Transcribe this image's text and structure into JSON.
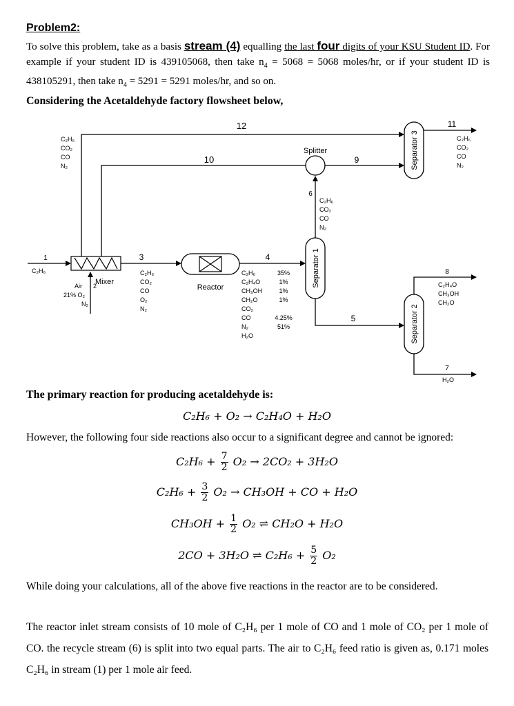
{
  "problem": {
    "title": "Problem2:",
    "intro_a": "To solve this problem, take as a basis ",
    "intro_stream": "stream (4)",
    "intro_b": " equalling ",
    "intro_c": "the last ",
    "intro_four": "four",
    "intro_d": " digits of your KSU Student ID",
    "intro_e": ". For example if your student ID is 439105068, then take n",
    "intro_f": " = 5068 = 5068 moles/hr, or if your student ID is 438105291, then take n",
    "intro_g": " = 5291 = 5291 moles/hr, and so on.",
    "sub4": "4",
    "considering": "Considering the Acetaldehyde factory flowsheet below,"
  },
  "flowsheet": {
    "stream_numbers": {
      "s1": "1",
      "s2": "2",
      "s3": "3",
      "s4": "4",
      "s5": "5",
      "s6": "6",
      "s7": "7",
      "s8": "8",
      "s9": "9",
      "s10": "10",
      "s11": "11",
      "s12": "12"
    },
    "units": {
      "mixer": "Mixer",
      "reactor": "Reactor",
      "splitter": "Splitter",
      "separator1": "Separator 1",
      "separator2": "Separator 2",
      "separator3": "Separator 3"
    },
    "recycle_components": [
      "C₂H₆",
      "CO₂",
      "CO",
      "N₂"
    ],
    "feed_component": "C₂H₆",
    "air": {
      "label": "Air",
      "o2": "21% O₂",
      "n2": "N₂"
    },
    "stream3_components": [
      "C₂H₆",
      "CO₂",
      "CO",
      "O₂",
      "N₂"
    ],
    "stream4_components": [
      "C₂H₆",
      "C₂H₄O",
      "CH₃OH",
      "CH₂O",
      "CO₂",
      "CO",
      "N₂",
      "H₂O"
    ],
    "stream4_percents": [
      "35%",
      "1%",
      "1%",
      "1%",
      "",
      "4.25%",
      "51%",
      ""
    ],
    "stream6_components": [
      "C₂H₆",
      "CO₂",
      "CO",
      "N₂"
    ],
    "stream11_components": [
      "C₂H₆",
      "CO₂",
      "CO",
      "N₂"
    ],
    "stream8_components": [
      "C₂H₄O",
      "CH₃OH",
      "CH₂O"
    ],
    "stream7_component": "H₂O"
  },
  "reactions": {
    "primary_heading": "The primary reaction for producing acetaldehyde is:",
    "side_text": "However, the following four side reactions also occur to a significant degree and cannot be ignored:",
    "r1": "C₂H₆ + O₂ → C₂H₄O + H₂O",
    "r2_left": "C₂H₆ +",
    "r2_num": "7",
    "r2_den": "2",
    "r2_right": "O₂ → 2CO₂ + 3H₂O",
    "r3_left": "C₂H₆ +",
    "r3_num": "3",
    "r3_den": "2",
    "r3_right": "O₂ → CH₃OH + CO + H₂O",
    "r4_left": "CH₃OH +",
    "r4_num": "1",
    "r4_den": "2",
    "r4_right": "O₂ ⇌ CH₂O + H₂O",
    "r5_left": "2CO + 3H₂O ⇌ C₂H₆ +",
    "r5_num": "5",
    "r5_den": "2",
    "r5_right": "O₂",
    "note": "While doing your calculations, all of the above five reactions in the reactor are to be considered."
  },
  "closing": {
    "text": "The reactor inlet stream consists of 10 mole of C₂H₆ per 1 mole of CO and 1 mole of CO₂ per 1 mole of CO. the recycle stream (6) is split into two equal parts. The air to C₂H₆ feed ratio is given as, 0.171 moles C₂H₆ in stream (1) per 1 mole air feed."
  }
}
